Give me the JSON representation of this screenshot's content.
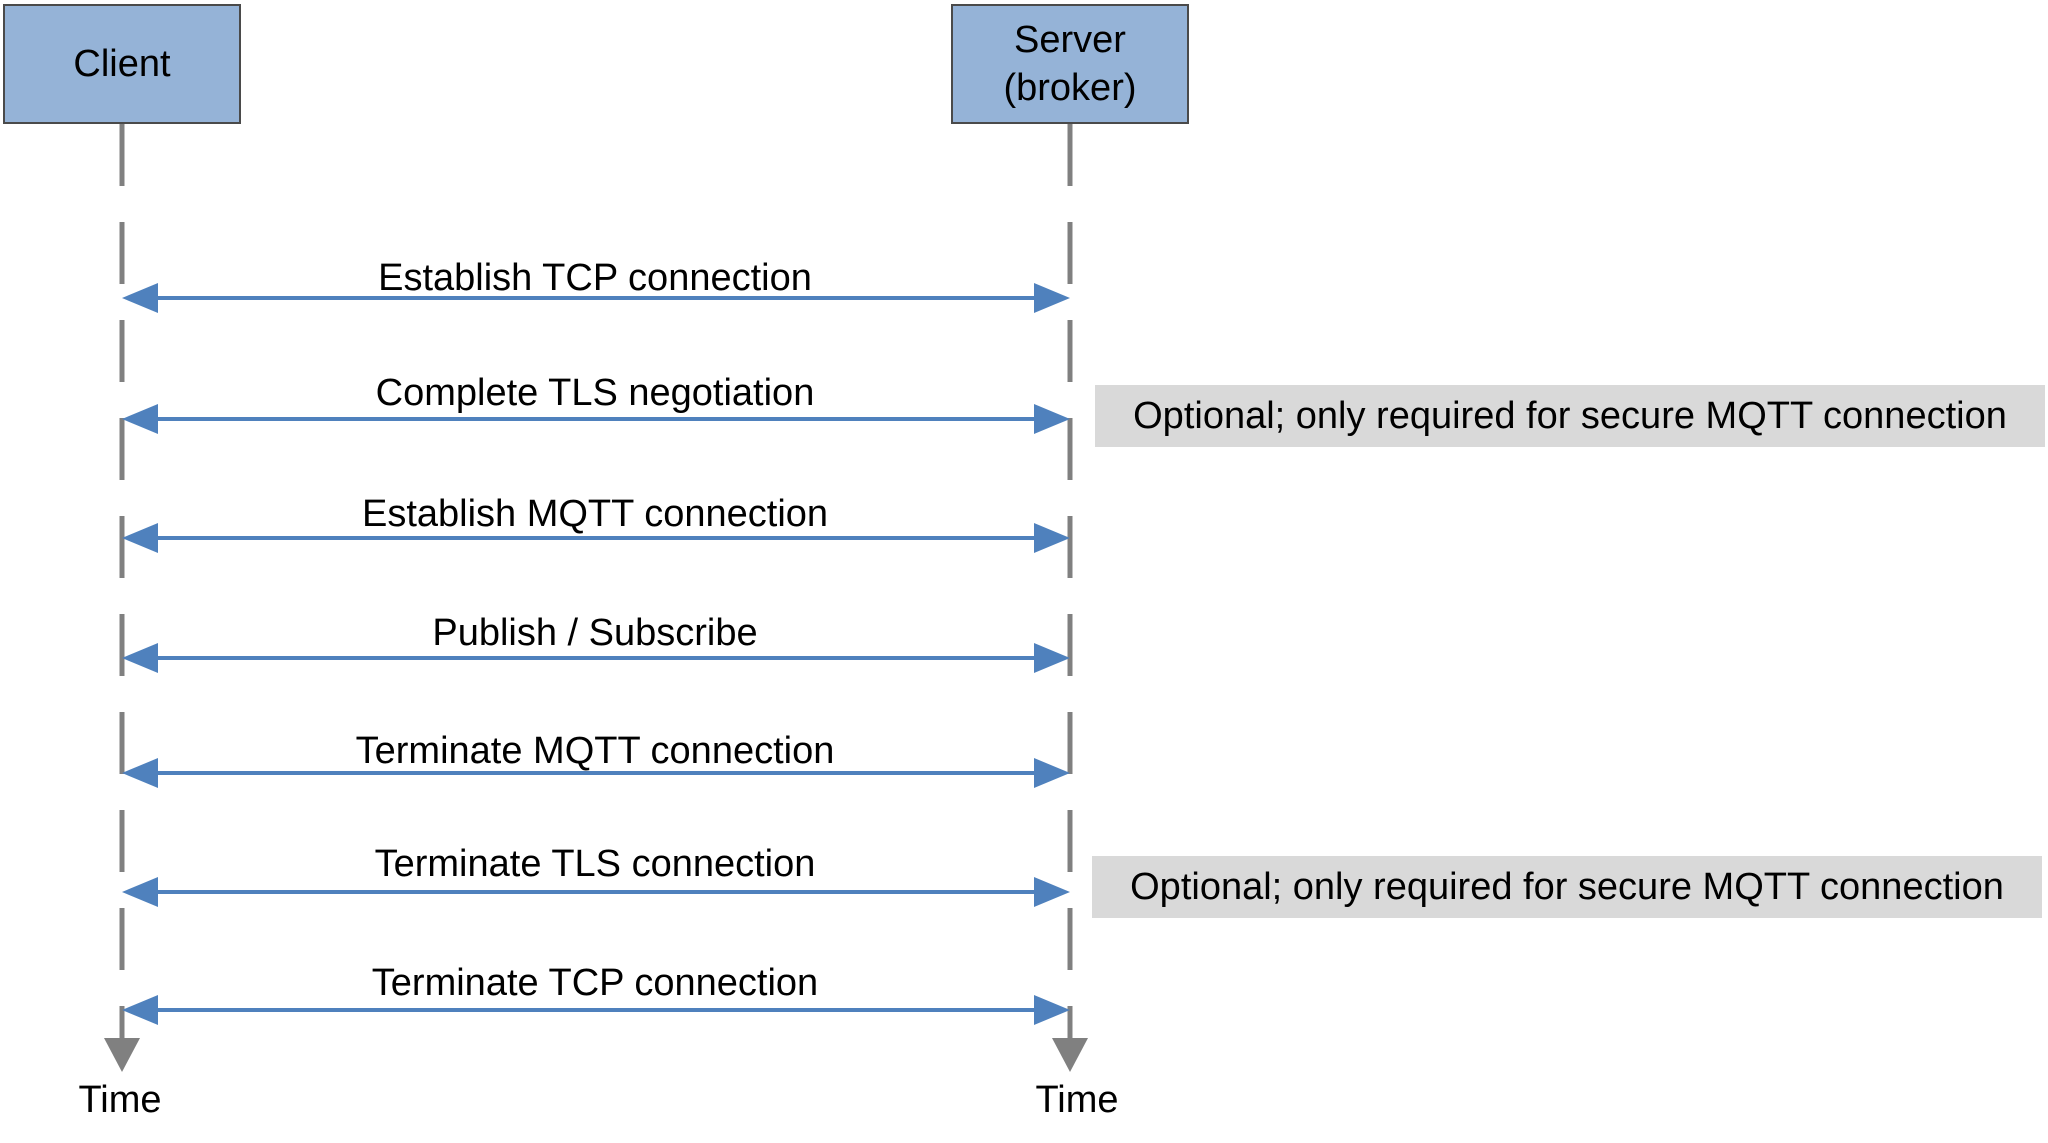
{
  "participants": {
    "client": "Client",
    "server": "Server\n(broker)"
  },
  "messages": [
    {
      "label": "Establish TCP connection",
      "note": ""
    },
    {
      "label": "Complete TLS negotiation",
      "note": "Optional; only required for secure MQTT connection"
    },
    {
      "label": "Establish MQTT connection",
      "note": ""
    },
    {
      "label": "Publish / Subscribe",
      "note": ""
    },
    {
      "label": "Terminate MQTT connection",
      "note": ""
    },
    {
      "label": "Terminate TLS connection",
      "note": "Optional; only required for secure MQTT connection"
    },
    {
      "label": "Terminate TCP connection",
      "note": ""
    }
  ],
  "time_axis": {
    "client_label": "Time",
    "server_label": "Time"
  },
  "colors": {
    "participant_fill": "#95b3d7",
    "participant_border": "#4a4a4a",
    "lifeline": "#808080",
    "arrow": "#4f81bd",
    "note_fill": "#d9d9d9"
  }
}
